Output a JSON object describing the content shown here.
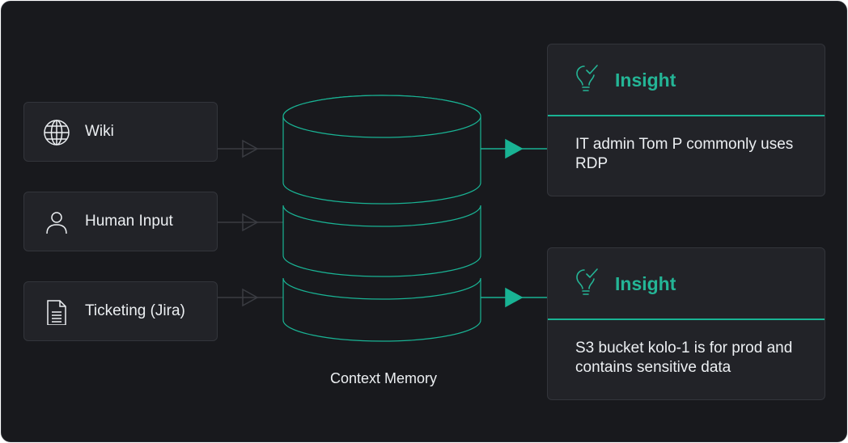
{
  "sources": [
    {
      "label": "Wiki",
      "icon": "globe-icon"
    },
    {
      "label": "Human Input",
      "icon": "person-icon"
    },
    {
      "label": "Ticketing (Jira)",
      "icon": "document-icon"
    }
  ],
  "memory": {
    "label": "Context Memory",
    "icon": "database-stack-icon"
  },
  "insights": [
    {
      "title": "Insight",
      "icon": "lightbulb-check-icon",
      "text": "IT admin Tom P commonly uses RDP"
    },
    {
      "title": "Insight",
      "icon": "lightbulb-check-icon",
      "text": "S3 bucket kolo-1 is for prod and contains sensitive data"
    }
  ],
  "colors": {
    "background": "#18191d",
    "card": "#222328",
    "accent": "#19b394",
    "text": "#eceff2"
  }
}
